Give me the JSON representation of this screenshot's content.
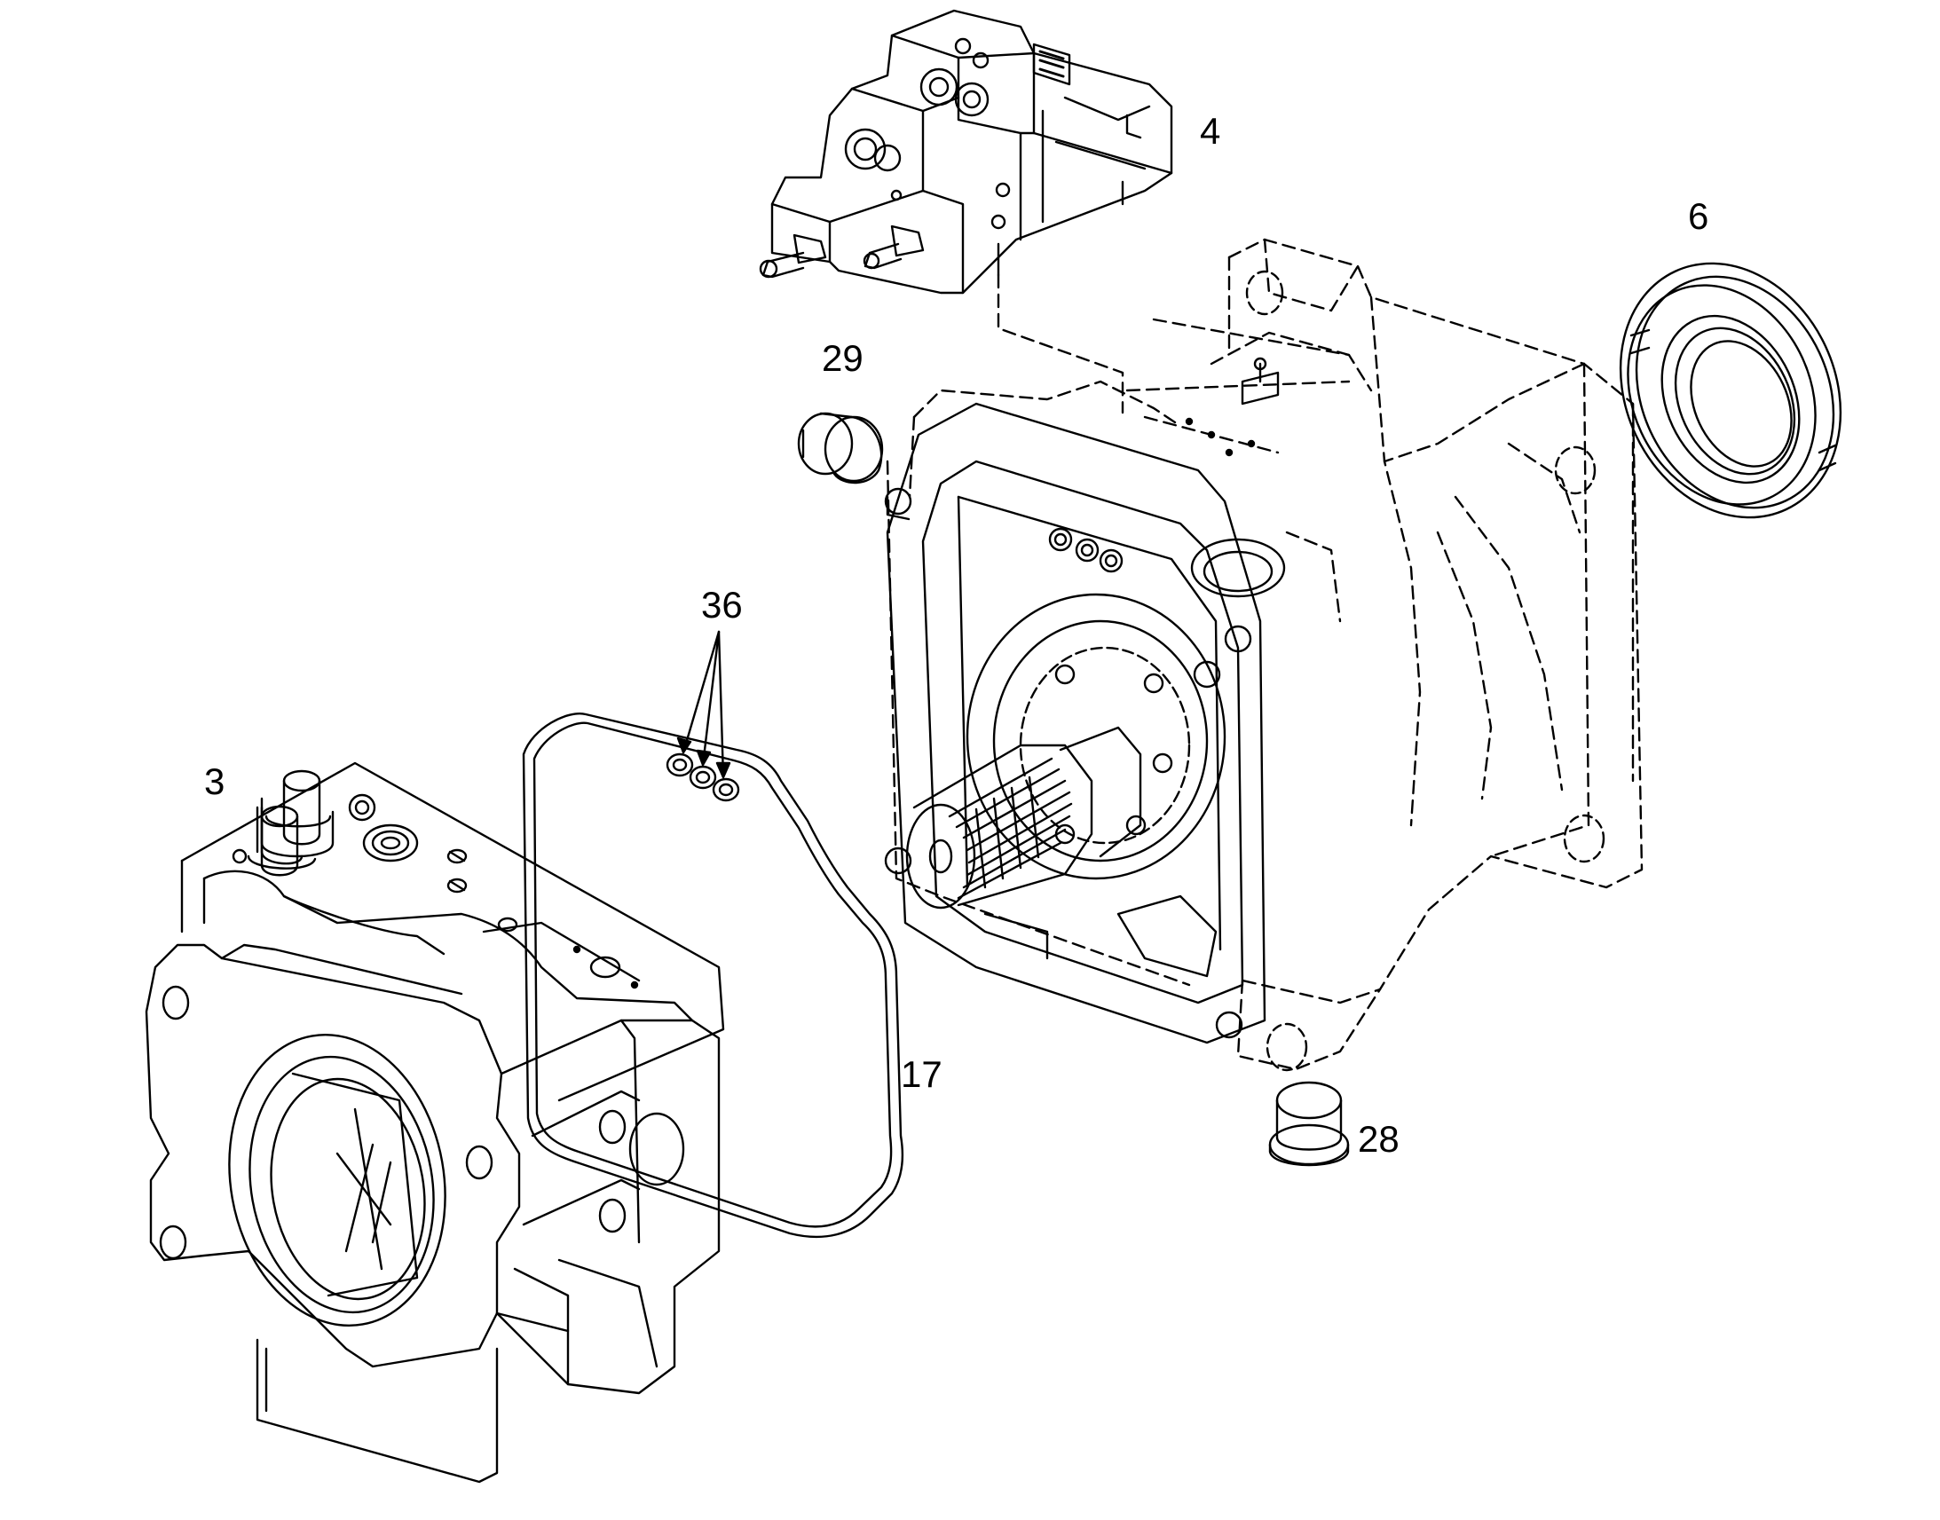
{
  "diagram": {
    "ink_color": "#000000",
    "background_color": "#ffffff",
    "parts": [
      {
        "callout": "4",
        "depicts": "control-valve-block"
      },
      {
        "callout": "6",
        "depicts": "shaft-seal-ring"
      },
      {
        "callout": "29",
        "depicts": "plug"
      },
      {
        "callout": "36",
        "depicts": "o-rings"
      },
      {
        "callout": "3",
        "depicts": "port-plate-housing"
      },
      {
        "callout": "17",
        "depicts": "gasket"
      },
      {
        "callout": "28",
        "depicts": "plug"
      }
    ]
  }
}
